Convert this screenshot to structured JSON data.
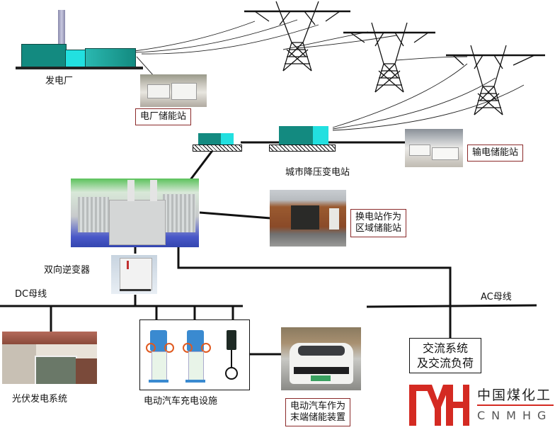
{
  "diagram": {
    "nodes": {
      "power_plant": "发电厂",
      "plant_storage": "电厂储能站",
      "city_substation": "城市降压变电站",
      "transmission_storage": "输电储能站",
      "swap_station": "换电站作为\n区域储能站",
      "swap_station_line1": "换电站作为",
      "swap_station_line2": "区域储能站",
      "inverter": "双向逆变器",
      "dc_bus": "DC母线",
      "ac_bus": "AC母线",
      "pv_system": "光伏发电系统",
      "ev_charging": "电动汽车充电设施",
      "ev_storage_line1": "电动汽车作为",
      "ev_storage_line2": "末端储能装置",
      "ac_system_line1": "交流系统",
      "ac_system_line2": "及交流负荷"
    },
    "logo": {
      "mark": "MH",
      "name_cn": "中国煤化工",
      "name_en": "CNMHG",
      "color": "#d42a22"
    },
    "colors": {
      "teal_dark": "#138a80",
      "teal_light": "#22e0e0",
      "box_border_red": "#8b2a2a",
      "wire": "#111111"
    },
    "icons": [
      "power-plant-icon",
      "transmission-tower-icon",
      "substation-icon",
      "transformer-photo",
      "inverter-photo",
      "battery-container-photo",
      "swap-station-photo",
      "solar-house-photo",
      "charger-photo",
      "ev-car-photo"
    ]
  }
}
